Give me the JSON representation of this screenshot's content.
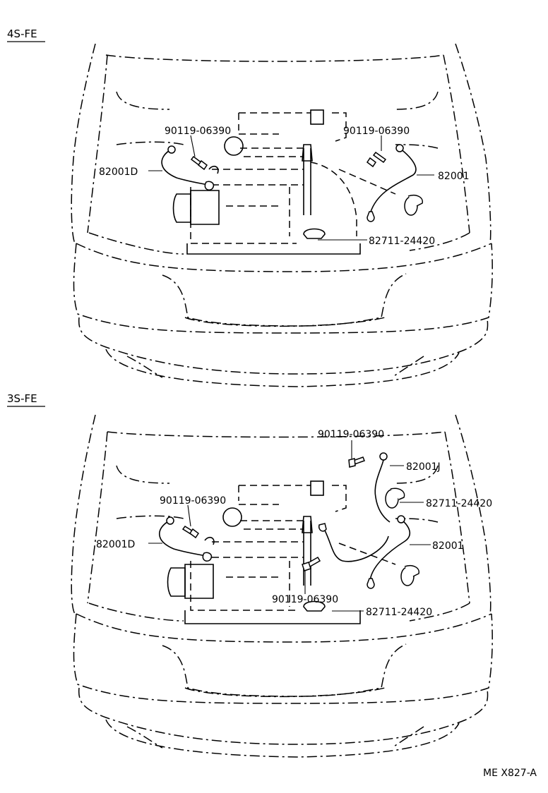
{
  "diagram": {
    "top": {
      "engine_label": "4S-FE",
      "parts": {
        "bolt_left": "90119-06390",
        "bolt_right": "90119-06390",
        "cable_left": "82001D",
        "cable_right": "82001",
        "clamp": "82711-24420"
      }
    },
    "bottom": {
      "engine_label": "3S-FE",
      "parts": {
        "bolt_top": "90119-06390",
        "cable_top": "82001J",
        "clamp_top": "82711-24420",
        "bolt_left": "90119-06390",
        "cable_left": "82001D",
        "cable_right": "82001",
        "bolt_center": "90119-06390",
        "clamp_bottom": "82711-24420"
      }
    },
    "figure_code": "ME X827-A"
  }
}
